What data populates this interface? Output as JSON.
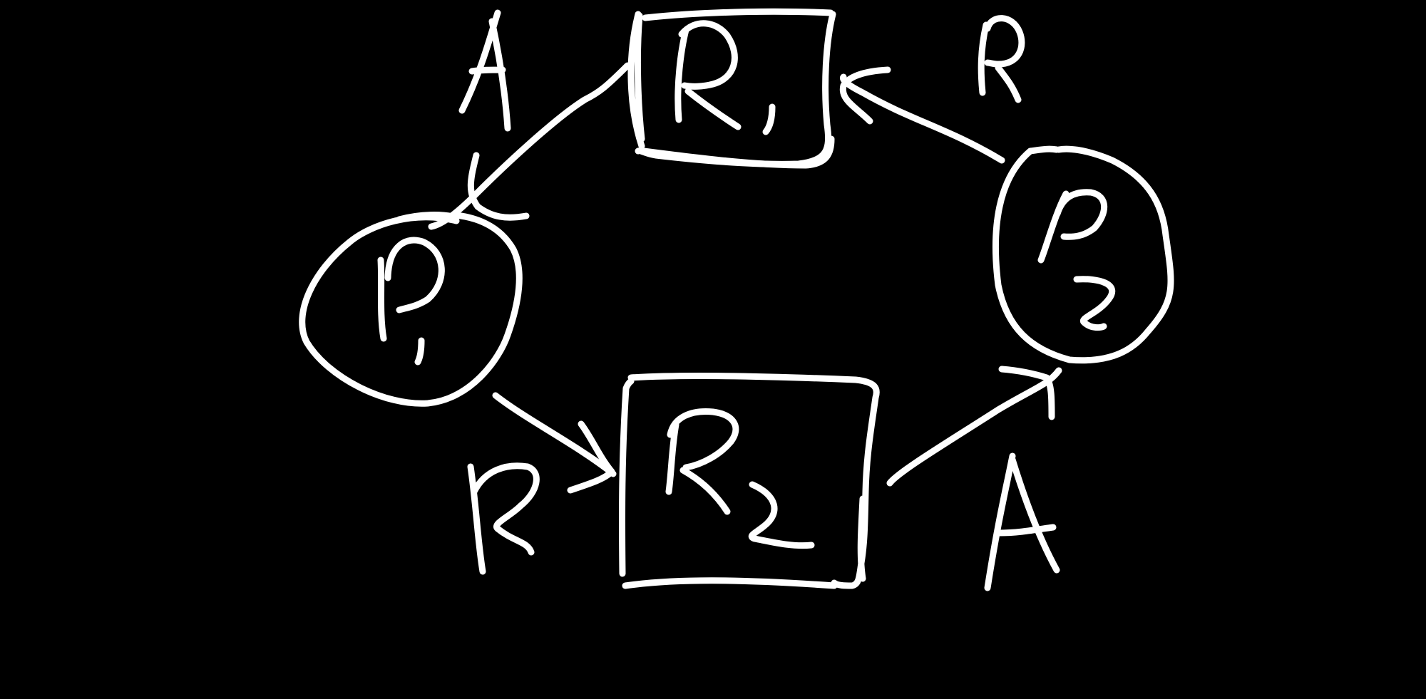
{
  "colors": {
    "background": "#000000",
    "ink": "#ffffff"
  },
  "nodes": {
    "process_p1": {
      "letter": "P",
      "subscript": "1",
      "shape": "circle"
    },
    "process_p2": {
      "letter": "P",
      "subscript": "2",
      "shape": "circle"
    },
    "resource_r1": {
      "letter": "R",
      "subscript": "1",
      "shape": "box"
    },
    "resource_r2": {
      "letter": "R",
      "subscript": "2",
      "shape": "box"
    }
  },
  "edges": {
    "r1_to_p1": {
      "label": "A"
    },
    "p2_to_r1": {
      "label": "R"
    },
    "p1_to_r2": {
      "label": "R"
    },
    "r2_to_p2": {
      "label": "A"
    }
  }
}
